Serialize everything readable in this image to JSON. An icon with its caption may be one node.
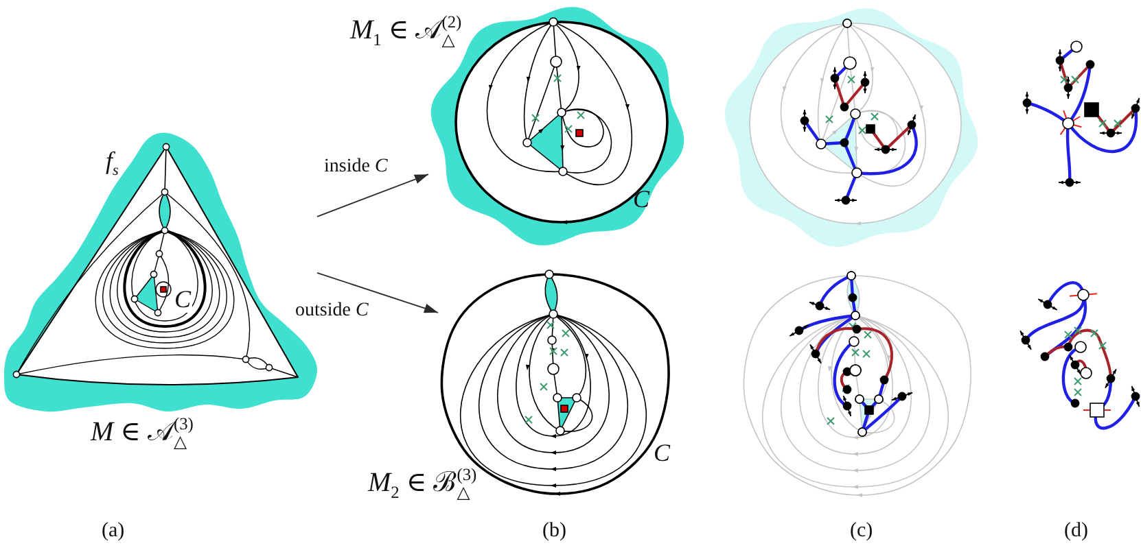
{
  "diagram": {
    "nodes": [
      {
        "text": [
          "f$_{s}$",
          "C"
        ],
        "beside": [
          "*M* ∈ 𝒜$_{△}$$^{(3)}$"
        ]
      },
      {
        "text": [
          "C"
        ],
        "beside": [
          "*M*$_{1}$ ∈ 𝒜$_{△}$$^{(2)}$"
        ]
      },
      {
        "text": [
          "C"
        ],
        "beside": [
          "*M*$_{2}$ ∈ ℬ$_{△}$$^{(3)}$"
        ]
      },
      {
        "text": [],
        "shape": "picture"
      },
      {
        "text": [],
        "shape": "picture"
      },
      {
        "text": [],
        "shape": "picture"
      },
      {
        "text": [],
        "shape": "picture"
      }
    ],
    "edges": [
      {
        "from": 0,
        "to": 1,
        "arrow": "to",
        "label": "inside *C*"
      },
      {
        "from": 0,
        "to": 2,
        "arrow": "to",
        "label": "outside *C*"
      }
    ],
    "labels": [
      "(a)",
      "(b)",
      "(c)",
      "(d)"
    ]
  }
}
